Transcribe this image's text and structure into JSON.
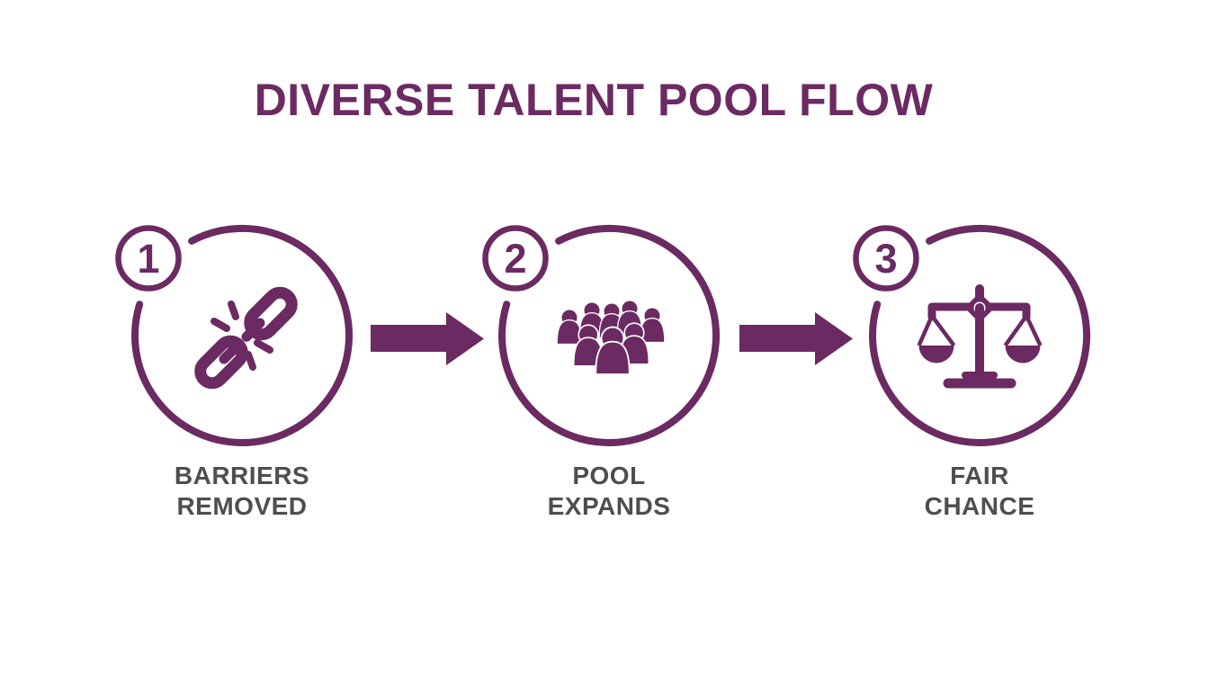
{
  "title": "DIVERSE TALENT POOL FLOW",
  "colors": {
    "accent": "#6B2A62",
    "label_text": "#4E4E4E",
    "background": "#FFFFFF",
    "badge_fill": "#FFFFFF"
  },
  "steps": [
    {
      "number": "1",
      "icon": "broken-chain-icon",
      "label_line1": "BARRIERS",
      "label_line2": "REMOVED"
    },
    {
      "number": "2",
      "icon": "people-group-icon",
      "label_line1": "POOL",
      "label_line2": "EXPANDS"
    },
    {
      "number": "3",
      "icon": "balance-scale-icon",
      "label_line1": "FAIR",
      "label_line2": "CHANCE"
    }
  ],
  "arrows": [
    {
      "icon": "arrow-right-icon"
    },
    {
      "icon": "arrow-right-icon"
    }
  ]
}
